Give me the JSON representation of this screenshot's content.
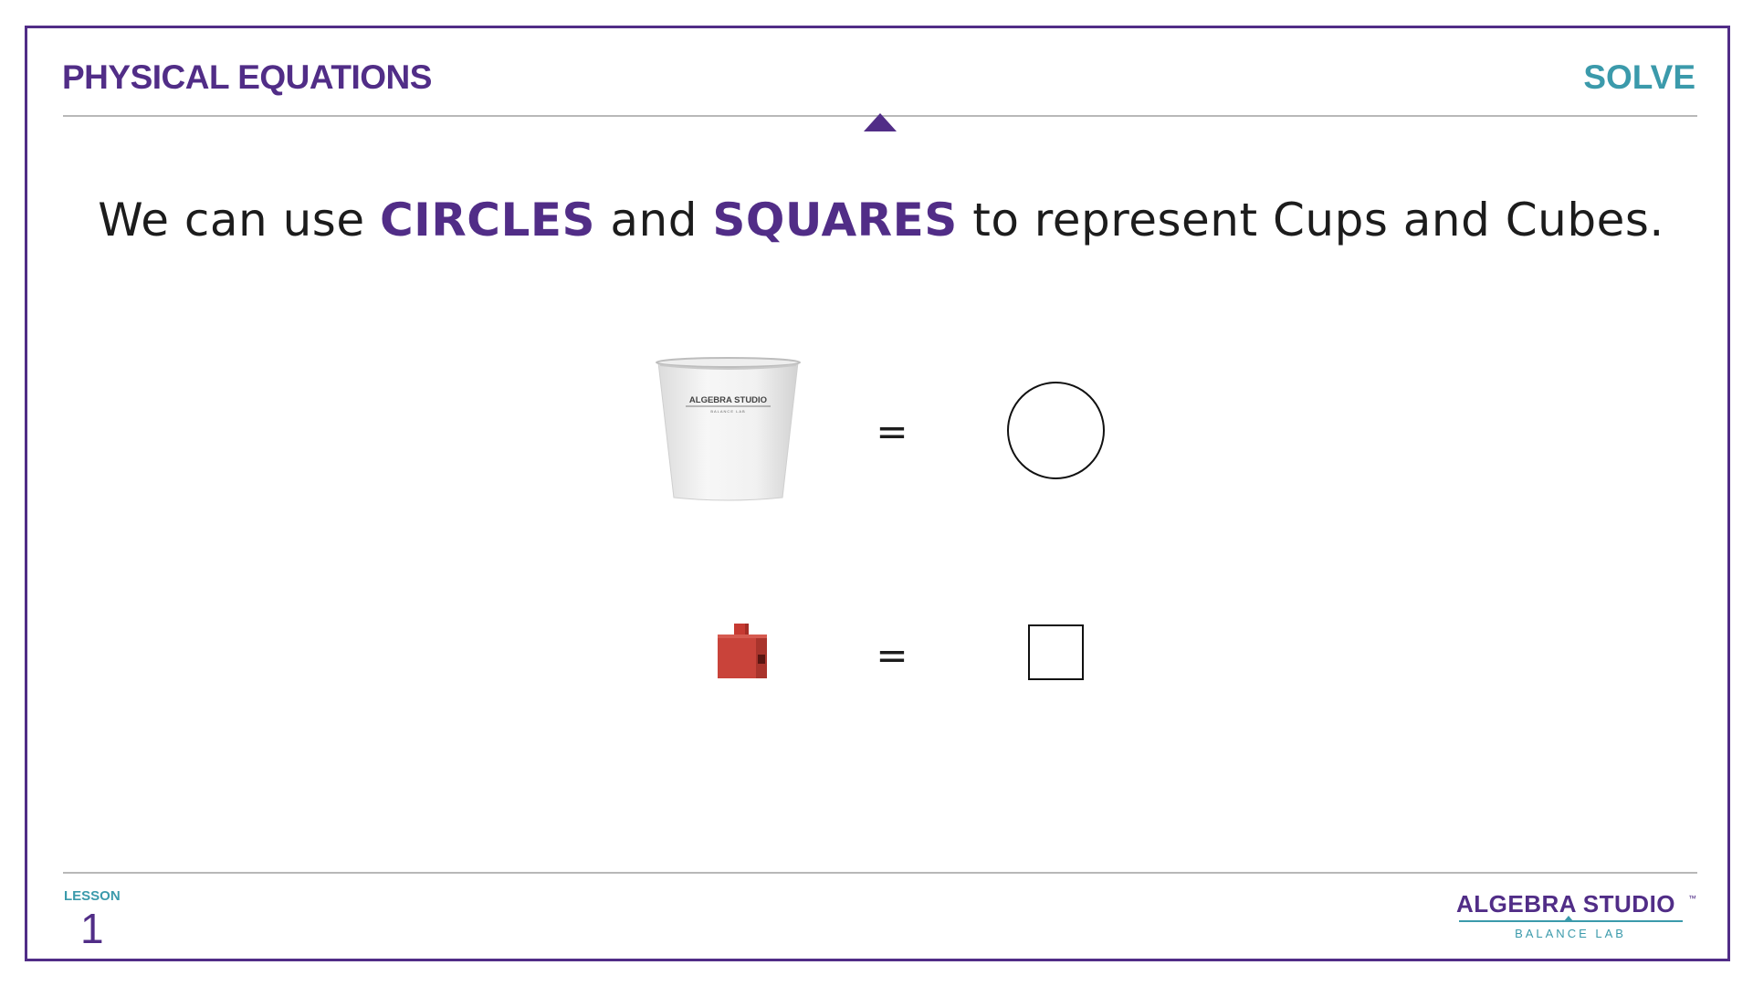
{
  "header": {
    "title": "PHYSICAL EQUATIONS",
    "stage": "SOLVE"
  },
  "headline": {
    "part1": "We can use ",
    "emphasis1": "CIRCLES",
    "part2": " and ",
    "emphasis2": "SQUARES",
    "part3": " to represent Cups and Cubes."
  },
  "equations": [
    {
      "object": "cup-image",
      "equals": "=",
      "symbol": "circle"
    },
    {
      "object": "cube-image",
      "equals": "=",
      "symbol": "square"
    }
  ],
  "cup_label": {
    "line1": "ALGEBRA STUDIO",
    "line2": "BALANCE LAB"
  },
  "footer": {
    "lesson_label": "LESSON",
    "lesson_number": "1",
    "logo_main": "ALGEBRA STUDIO",
    "logo_tm": "™",
    "logo_sub": "BALANCE LAB"
  },
  "colors": {
    "brand_purple": "#512d87",
    "accent_teal": "#3b9aab",
    "cube_red": "#c9433a"
  }
}
